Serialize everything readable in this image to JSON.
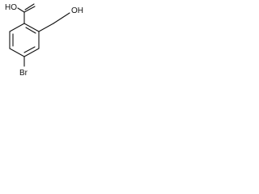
{
  "molecule": {
    "labels": {
      "carboxylic_acid": "HO",
      "hydroxymethyl": "OH",
      "bromine": "Br"
    }
  }
}
